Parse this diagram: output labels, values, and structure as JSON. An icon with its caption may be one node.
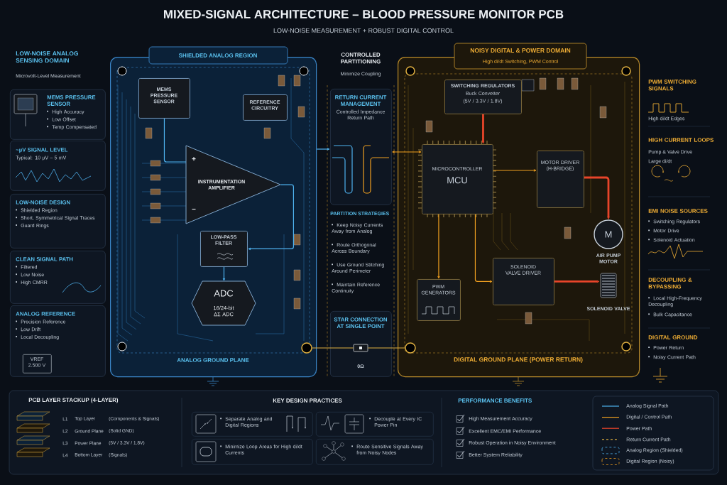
{
  "diagram": {
    "title": "MIXED-SIGNAL ARCHITECTURE – BLOOD PRESSURE MONITOR PCB",
    "nodes": [
      {
        "text": [
          "MEMS PRESSURE SENSOR",
          "High Accuracy",
          "Low Offset",
          "Temp Compensated"
        ]
      },
      {
        "text": [
          "~µV SIGNAL LEVEL",
          "Typical: 10 µV – 5 mV"
        ]
      },
      {
        "text": [
          "LOW-NOISE DESIGN",
          "Shielded Region",
          "Short, Symmetrical Signal Traces",
          "Guard Rings"
        ]
      },
      {
        "text": [
          "CLEAN SIGNAL PATH",
          "Filtered",
          "Low Noise",
          "High CMRR"
        ]
      },
      {
        "text": [
          "ANALOG REFERENCE",
          "Precision Reference",
          "Low Drift",
          "Local Decoupling"
        ]
      },
      {
        "text": [
          "VREF 2.500 V"
        ],
        "in": 4
      },
      {
        "text": [
          "SHIELDED ANALOG REGION",
          "ANALOG GROUND PLANE"
        ]
      },
      {
        "text": [
          "MEMS PRESSURE SENSOR"
        ],
        "in": 6
      },
      {
        "text": [
          "REFERENCE CIRCUITRY"
        ],
        "in": 6
      },
      {
        "text": [
          "+",
          "INSTRUMENTATION AMPLIFIER",
          "−"
        ],
        "in": 6
      },
      {
        "text": [
          "LOW-PASS FILTER"
        ],
        "in": 6
      },
      {
        "text": [
          "ADC",
          "16/24-bit ΔΣ ADC"
        ],
        "in": 6
      },
      {
        "text": [],
        "shape": "circle",
        "in": 6
      },
      {
        "text": [
          "RETURN CURRENT MANAGEMENT",
          "Controlled Impedance Return Path"
        ]
      },
      {
        "text": [
          "STAR CONNECTION AT SINGLE POINT"
        ]
      },
      {
        "text": [],
        "shape": "box",
        "in": 14,
        "beside": [
          "0Ω"
        ]
      },
      {
        "text": [
          "NOISY DIGITAL & POWER DOMAIN",
          "High di/dt Switching, PWM Control",
          "DIGITAL GROUND PLANE (POWER RETURN)"
        ]
      },
      {
        "text": [
          "SWITCHING REGULATORS",
          "Buck Convetter",
          "(5V / 3.3V / 1.8V)"
        ],
        "in": 16
      },
      {
        "text": [
          "MICROCONTROLLER",
          "MCU"
        ],
        "in": 16
      },
      {
        "text": [
          "MOTOR DRIVER (H-BRIDGE)"
        ],
        "in": 16
      },
      {
        "text": [
          "PWM GENERATORS"
        ],
        "in": 16
      },
      {
        "text": [
          "SOLENOID VALVE DRIVER"
        ],
        "in": 16
      },
      {
        "text": [
          "M"
        ],
        "in": 16,
        "beside": [
          "AIR PUMP MOTOR"
        ]
      },
      {
        "text": [],
        "shape": "picture",
        "in": 16,
        "beside": [
          "SOLENOID VALVE"
        ]
      },
      {
        "text": [],
        "shape": "circle",
        "in": 16
      },
      {
        "text": [
          "Separate Analog and Digital Regions"
        ]
      },
      {
        "text": [
          "Decouple at Every IC Power Pin"
        ]
      },
      {
        "text": [
          "Minimize Loop Areas for High di/dt Currents"
        ]
      },
      {
        "text": [
          "Route Sensitive Signals Away from Noisy Nodes"
        ]
      }
    ],
    "edges": [
      {
        "from": 7,
        "to": 9,
        "arrow": "none"
      },
      {
        "from": 9,
        "to": 10,
        "arrow": "to"
      },
      {
        "from": 10,
        "to": 11,
        "arrow": "to"
      },
      {
        "from": 6,
        "to": 13,
        "arrow": "to"
      },
      {
        "from": 13,
        "to": 18,
        "arrow": "both",
        "color": "#f0a020"
      },
      {
        "from": 17,
        "to": 18,
        "arrow": "to",
        "style": "thick",
        "color": "#e8452a"
      },
      {
        "from": 18,
        "to": 19,
        "arrow": "to",
        "color": "#f0a020"
      },
      {
        "from": 19,
        "to": 22,
        "arrow": "to",
        "style": "thick",
        "color": "#e8452a"
      },
      {
        "from": 18,
        "to": 20,
        "arrow": "to",
        "color": "#f0a020"
      },
      {
        "from": 18,
        "to": 21,
        "arrow": "to",
        "color": "#f0a020"
      },
      {
        "from": 21,
        "to": 23,
        "arrow": "to",
        "style": "thick",
        "color": "#e8452a"
      },
      {
        "from": 12,
        "to": 15,
        "arrow": "none",
        "color": "#e0b040"
      },
      {
        "from": 15,
        "to": 24,
        "arrow": "none",
        "color": "#e0b040"
      }
    ],
    "labels": [
      "LOW-NOISE MEASUREMENT + ROBUST DIGITAL CONTROL",
      "LOW-NOISE ANALOG SENSING DOMAIN",
      "Microvolt-Level Measurement",
      "CONTROLLED PARTITIONING",
      "Minimize Coupling",
      "PARTITION STRATEGIES",
      "Keep Noisy Currents Away from Analog",
      "Route Orthogonal Across Boundary",
      "Use Ground Stitching Around Perimeter",
      "Maintain Reference Continuity",
      "PWM SWITCHING SIGNALS",
      "High di/dt Edges",
      "HIGH CURRENT LOOPS",
      "Pump & Valve Drive",
      "Large di/dt",
      "EMI NOISE SOURCES",
      "Switching Regulators",
      "Motor Drive",
      "Solenoid Actuation",
      "DECOUPLING & BYPASSING",
      "Local High-Frequency Decoupling",
      "Bulk Capacitance",
      "DIGITAL GROUND",
      "Power Return",
      "Noisy Current Path",
      "PCB LAYER STACKUP (4-LAYER)",
      "L1",
      "Top Layer",
      "(Components & Signals)",
      "L2",
      "Ground Plane",
      "(Solid GND)",
      "L3",
      "Power Plane",
      "(5V / 3.3V / 1.8V)",
      "L4",
      "Bottom Layer",
      "(Signals)",
      "KEY DESIGN PRACTICES",
      "PERFORMANCE BENEFITS",
      "High Measurement Accuracy",
      "Excellent EMC/EMI Performance",
      "Robust Operation in Noisy Environment",
      "Better System Reliability"
    ],
    "legend": [
      {
        "text": "Analog Signal Path"
      },
      {
        "text": "Digital / Control Path"
      },
      {
        "text": "Power Path"
      },
      {
        "text": "Return Current Path"
      },
      {
        "text": "Analog Region (Shielded)"
      },
      {
        "text": "Digital Region (Noisy)"
      }
    ]
  }
}
